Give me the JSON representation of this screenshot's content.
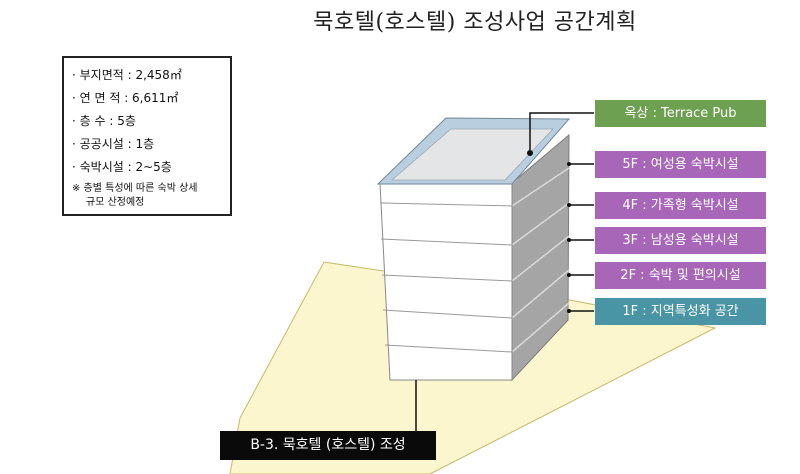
{
  "title": "묵호텔(호스텔) 조성사업 공간계획",
  "info": {
    "rows": [
      "· 부지면적 : 2,458㎡",
      "· 연 면 적 : 6,611㎡",
      "· 층     수 : 5층",
      "· 공공시설 : 1층",
      "· 숙박시설 : 2~5층"
    ],
    "note_line1": "※ 층별 특성에 따른 숙박 상세",
    "note_line2": "규모 산정예정"
  },
  "floors": [
    {
      "label": "옥상 : Terrace Pub",
      "color": "#6ea052"
    },
    {
      "label": "5F : 여성용 숙박시설",
      "color": "#a766b8"
    },
    {
      "label": "4F : 가족형 숙박시설",
      "color": "#a766b8"
    },
    {
      "label": "3F : 남성용 숙박시설",
      "color": "#a766b8"
    },
    {
      "label": "2F : 숙박 및 편의시설",
      "color": "#a766b8"
    },
    {
      "label": "1F : 지역특성화 공간",
      "color": "#4a95a5"
    }
  ],
  "bottom_label": "B-3. 묵호텔 (호스텔) 조성",
  "colors": {
    "site": "#fbf6cd",
    "roof_top": "#e4e5e7",
    "parapet": "#b9cfe0",
    "side_face": "#a5a5a5",
    "front_face": "#ffffff"
  }
}
